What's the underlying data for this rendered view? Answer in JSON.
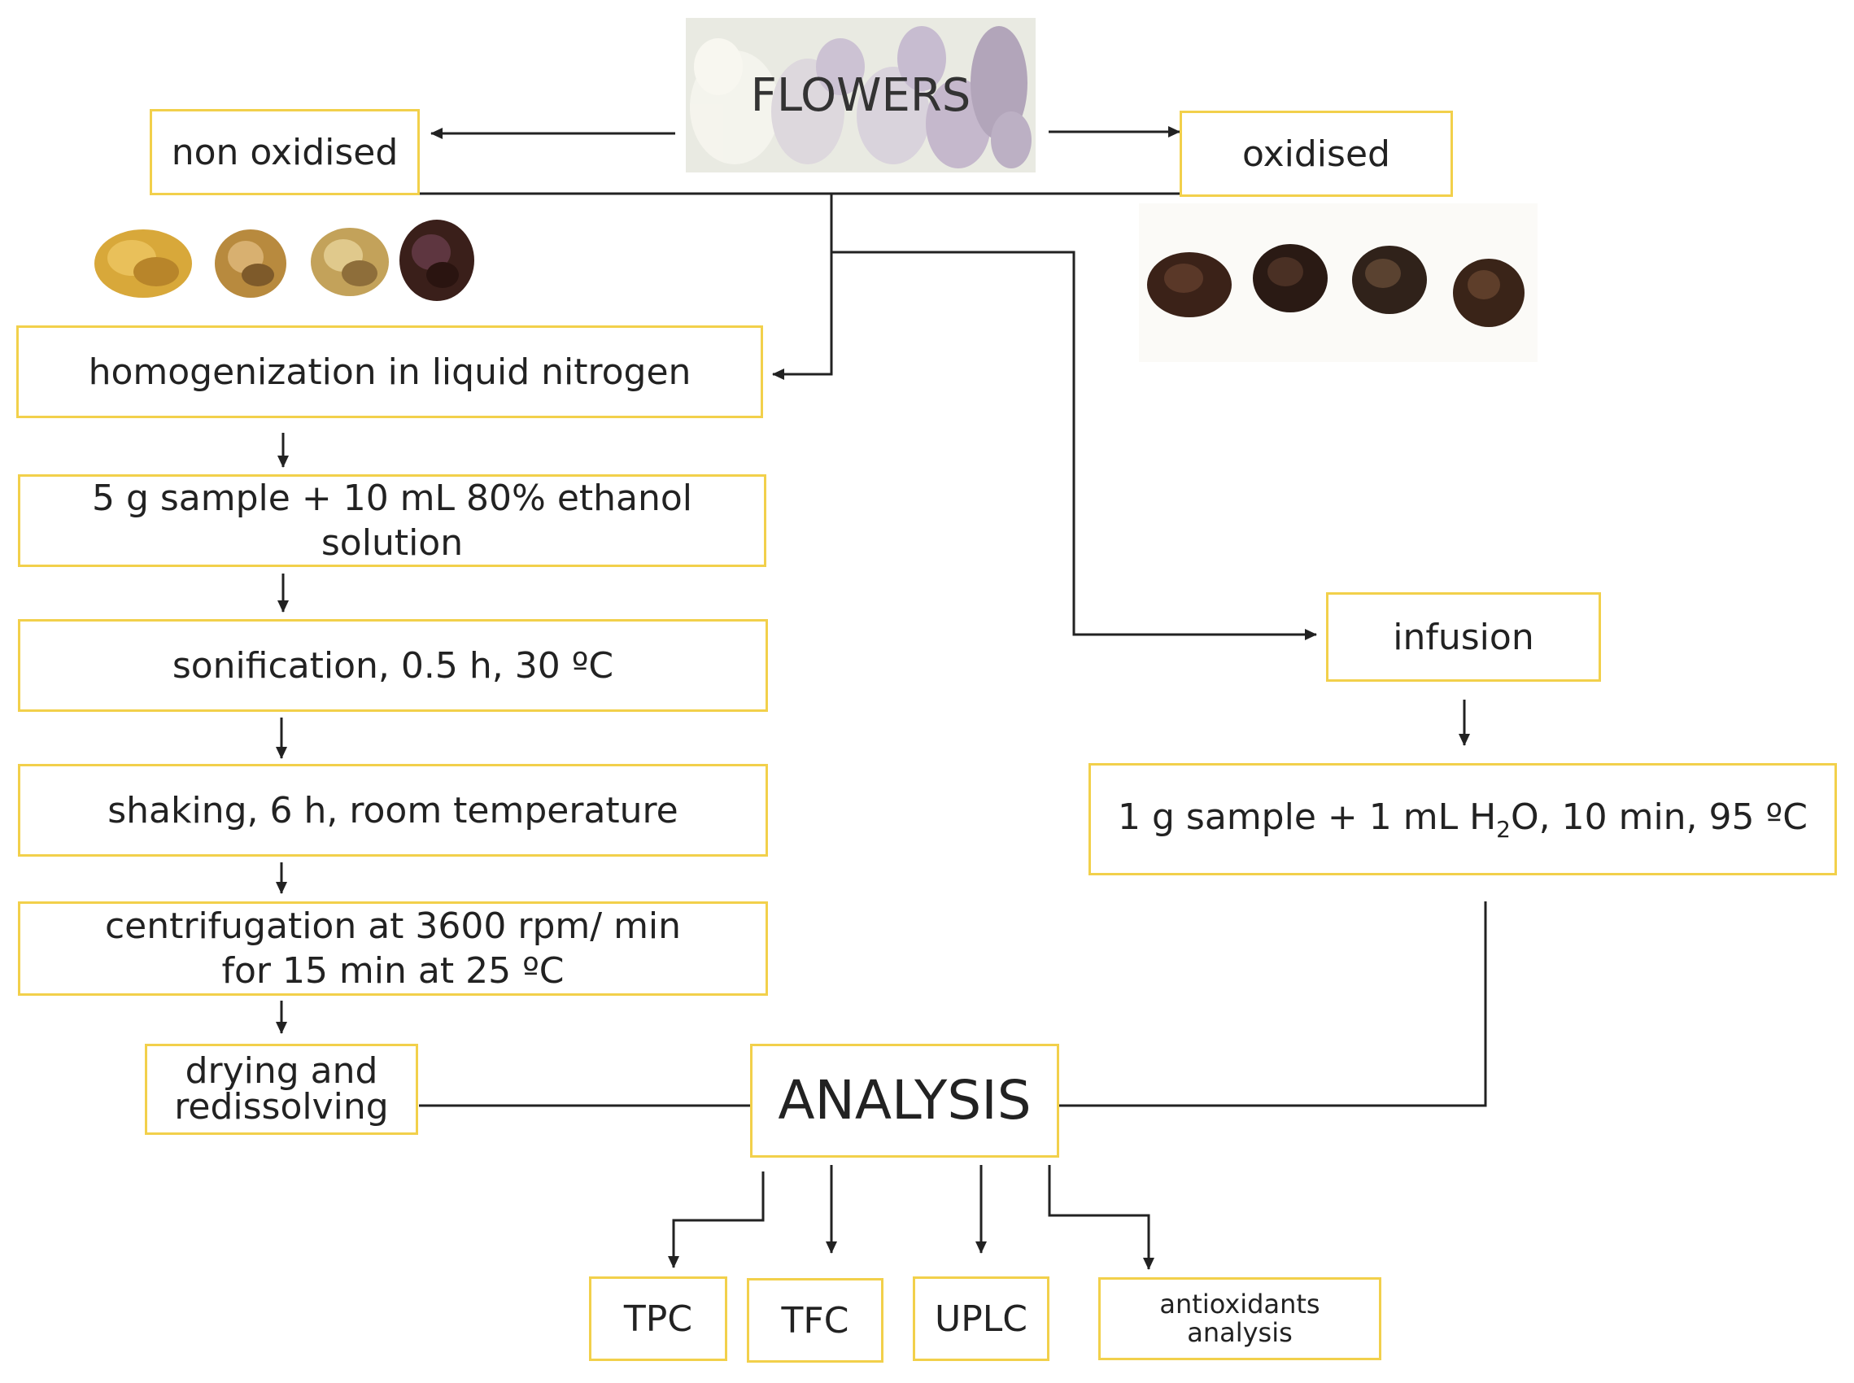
{
  "flowers": {
    "label": "FLOWERS"
  },
  "branches": {
    "non_oxidised": "non oxidised",
    "oxidised": "oxidised"
  },
  "left_steps": {
    "homogenization": "homogenization in liquid nitrogen",
    "sample": "5 g sample + 10 mL 80% ethanol solution",
    "sonification": "sonification, 0.5 h, 30 ºC",
    "shaking": "shaking, 6 h, room temperature",
    "centrifugation_line1": "centrifugation at 3600 rpm/ min",
    "centrifugation_line2": "for 15 min at 25 ºC",
    "drying_line1": "drying and",
    "drying_line2": "redissolving"
  },
  "right_steps": {
    "infusion": "infusion",
    "infusion_sample_a": "1 g sample + 1 mL H",
    "infusion_sample_sub": "2",
    "infusion_sample_b": "O, 10 min, 95 ºC"
  },
  "analysis": {
    "label": "ANALYSIS",
    "outputs": [
      "TPC",
      "TFC",
      "UPLC"
    ],
    "antioxidants_line1": "antioxidants",
    "antioxidants_line2": "analysis"
  },
  "colors": {
    "box_border": "#f2d04b",
    "lines": "#222222",
    "light_petals": "#b8a7c8",
    "dark_petals": "#3a1f1a",
    "yellow_petals": "#c9a23a"
  }
}
